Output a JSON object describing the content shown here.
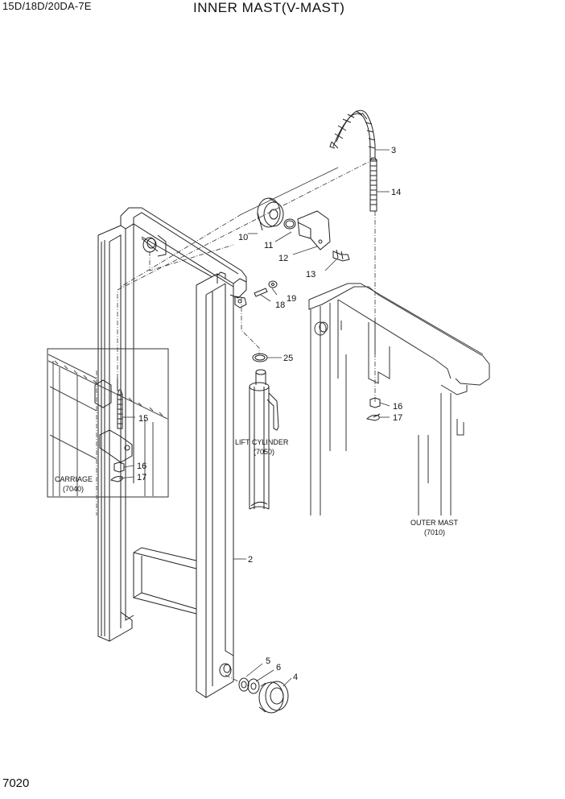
{
  "header": {
    "model": "15D/18D/20DA-7E",
    "title": "INNER MAST(V-MAST)"
  },
  "footer": {
    "page_number": "7020"
  },
  "callouts": {
    "c2": "2",
    "c3": "3",
    "c4": "4",
    "c5": "5",
    "c6": "6",
    "c10": "10",
    "c11": "11",
    "c12": "12",
    "c13": "13",
    "c14": "14",
    "c15": "15",
    "c16a": "16",
    "c16b": "16",
    "c17a": "17",
    "c17b": "17",
    "c18": "18",
    "c19": "19",
    "c25": "25"
  },
  "references": {
    "lift_cylinder": "LIFT CYLINDER",
    "lift_cylinder_code": "(7050)",
    "carriage": "CARRIAGE",
    "carriage_code": "(7040)",
    "outer_mast": "OUTER MAST",
    "outer_mast_code": "(7010)"
  }
}
